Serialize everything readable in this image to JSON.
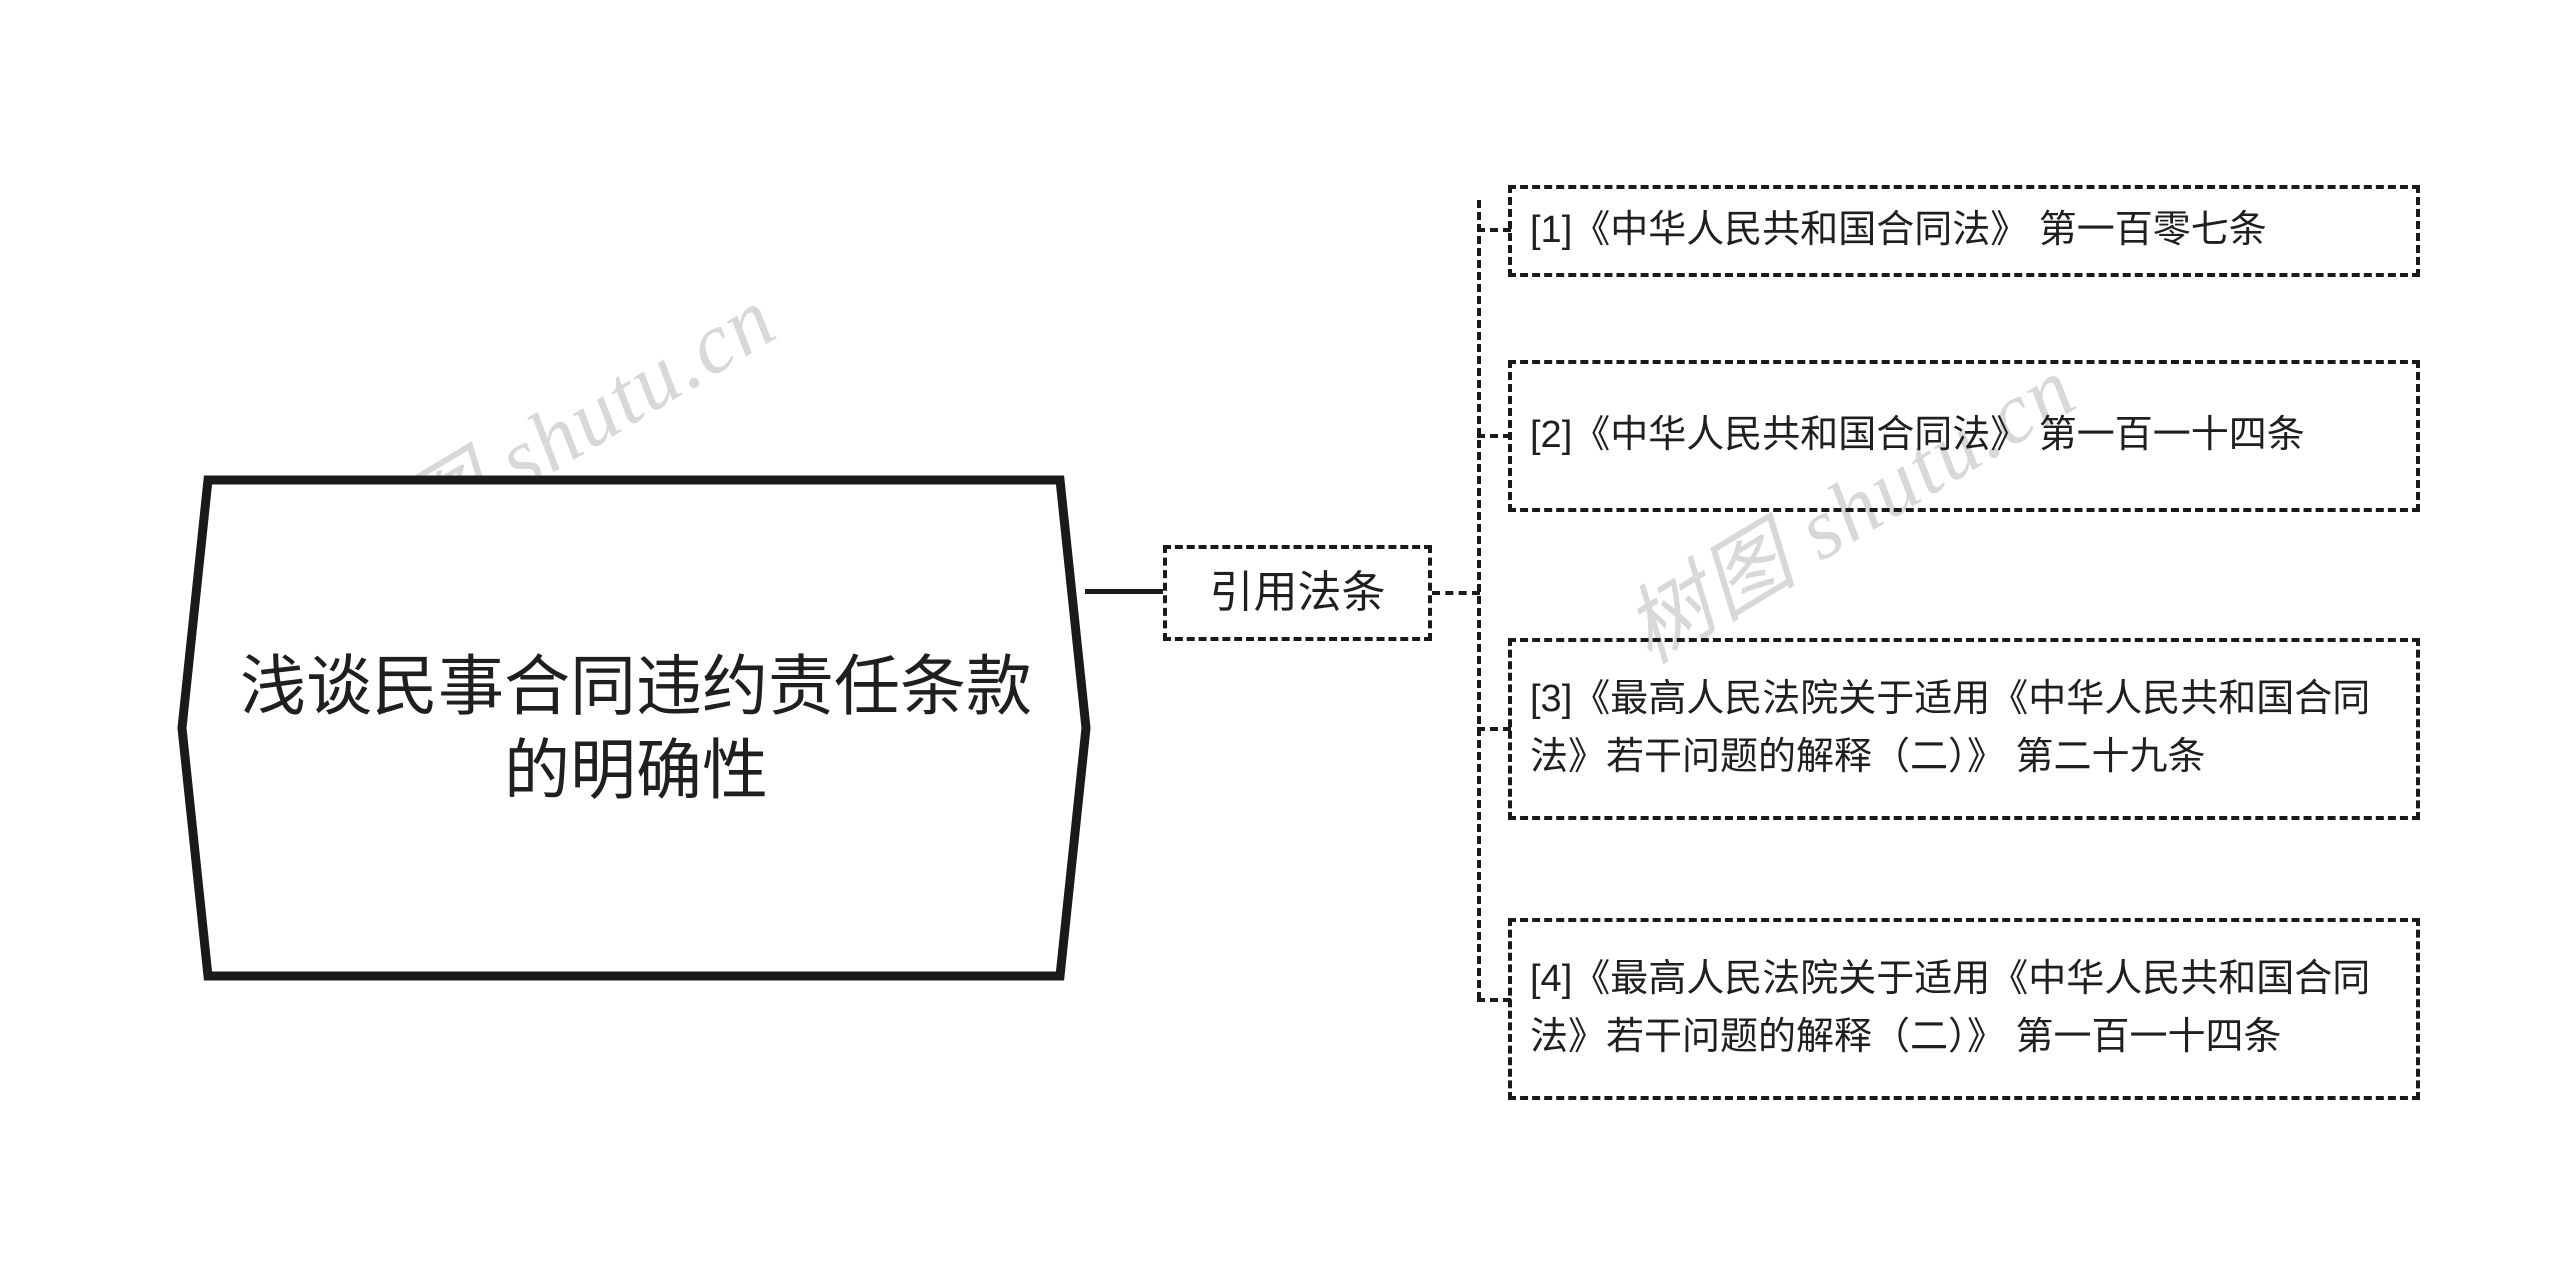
{
  "diagram": {
    "type": "mind-map",
    "orientation": "left-to-right",
    "background_color": "#ffffff",
    "line_color": "#1a1a1a",
    "text_color": "#1f1f1f",
    "watermark_color": "#d8d8d8"
  },
  "watermark": {
    "text": "树图 shutu.cn",
    "instances": 2,
    "rotation_deg": -31
  },
  "root": {
    "label": "浅谈民事合同违约责任条款的明确性",
    "shape": "hexagon",
    "border_style": "solid",
    "border_color": "#1a1a1a"
  },
  "branches": [
    {
      "label": "引用法条",
      "shape": "rectangle",
      "border_style": "dashed",
      "children": [
        {
          "index": "[1]",
          "label": "[1]《中华人民共和国合同法》 第一百零七条",
          "border_style": "dashed",
          "lines": 1
        },
        {
          "index": "[2]",
          "label": "[2]《中华人民共和国合同法》 第一百一十四条",
          "border_style": "dashed",
          "lines": 2
        },
        {
          "index": "[3]",
          "label": "[3]《最高人民法院关于适用《中华人民共和国合同法》若干问题的解释（二）》 第二十九条",
          "border_style": "dashed",
          "lines": 3
        },
        {
          "index": "[4]",
          "label": "[4]《最高人民法院关于适用《中华人民共和国合同法》若干问题的解释（二）》 第一百一十四条",
          "border_style": "dashed",
          "lines": 3
        }
      ]
    }
  ]
}
